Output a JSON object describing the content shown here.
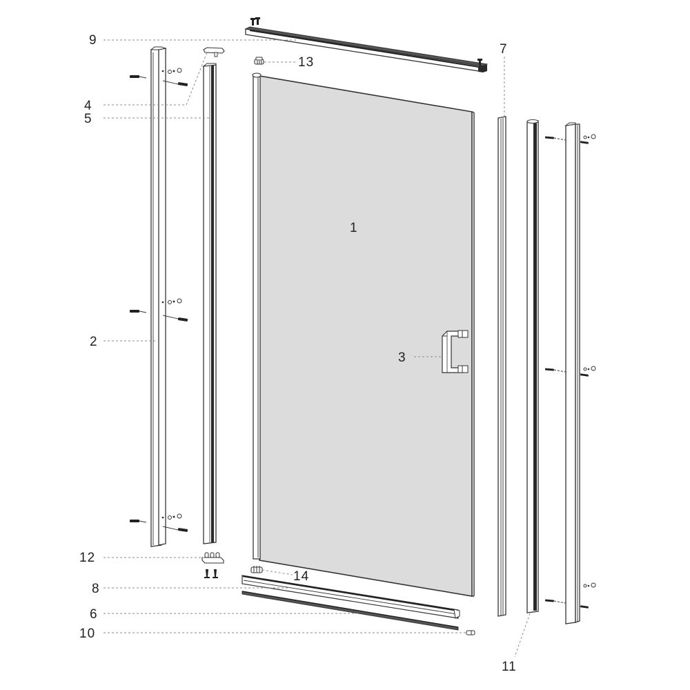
{
  "diagram": {
    "type": "exploded-parts-diagram",
    "subject": "shower door assembly",
    "colors": {
      "glass": "#dcdcdc",
      "outline": "#333333",
      "leader": "#8a8a8a",
      "label": "#222222",
      "background": "#ffffff"
    },
    "callouts": [
      {
        "id": "1",
        "label": "1",
        "part": "glass door panel"
      },
      {
        "id": "2",
        "label": "2",
        "part": "wall profile (left)"
      },
      {
        "id": "3",
        "label": "3",
        "part": "door handle"
      },
      {
        "id": "4",
        "label": "4",
        "part": "top hinge cap"
      },
      {
        "id": "5",
        "label": "5",
        "part": "hinge profile"
      },
      {
        "id": "6",
        "label": "6",
        "part": "bottom seal strip"
      },
      {
        "id": "7",
        "label": "7",
        "part": "magnetic seal profile"
      },
      {
        "id": "8",
        "label": "8",
        "part": "bottom threshold profile"
      },
      {
        "id": "9",
        "label": "9",
        "part": "top rail"
      },
      {
        "id": "10",
        "label": "10",
        "part": "end cap"
      },
      {
        "id": "11",
        "label": "11",
        "part": "magnetic strike profile"
      },
      {
        "id": "12",
        "label": "12",
        "part": "bottom hinge block"
      },
      {
        "id": "13",
        "label": "13",
        "part": "top pivot bushing"
      },
      {
        "id": "14",
        "label": "14",
        "part": "bottom pivot bushing"
      }
    ]
  }
}
